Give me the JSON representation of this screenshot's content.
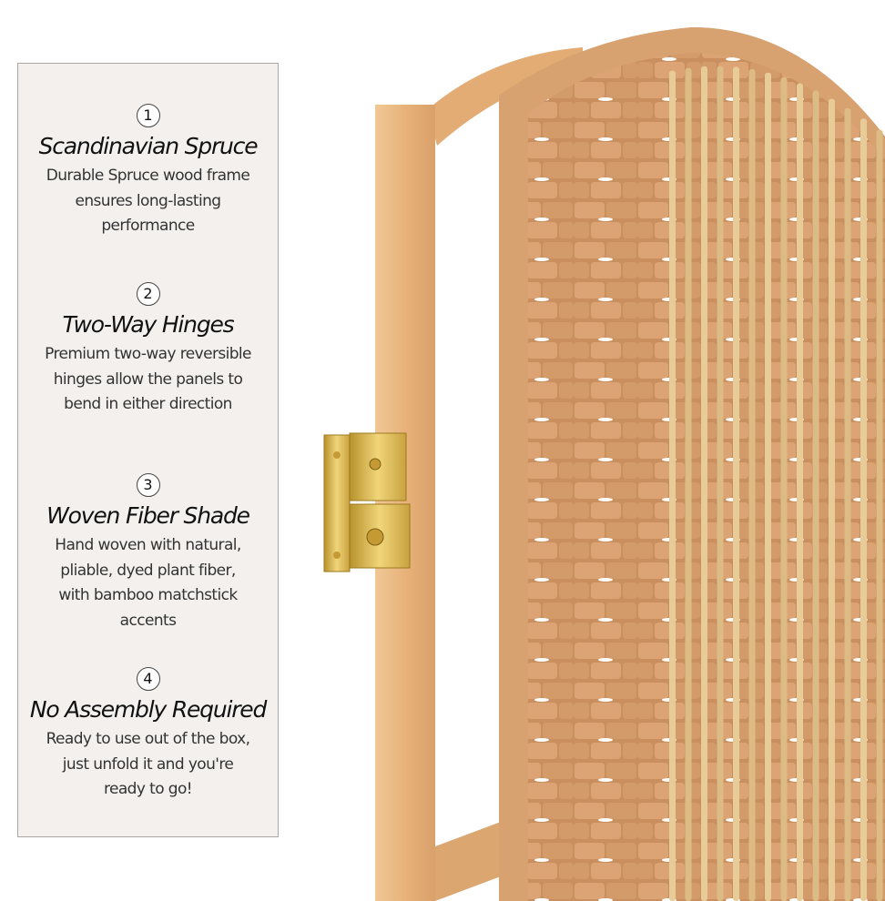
{
  "features": [
    {
      "number": "1",
      "title": "Scandinavian Spruce",
      "lines": [
        "Durable Spruce wood frame",
        "ensures long-lasting",
        "performance"
      ]
    },
    {
      "number": "2",
      "title": "Two-Way Hinges",
      "lines": [
        "Premium two-way reversible",
        "hinges allow the panels to",
        "bend in either direction"
      ]
    },
    {
      "number": "3",
      "title": "Woven Fiber Shade",
      "lines": [
        "Hand woven with natural,",
        "pliable, dyed plant fiber,",
        "with bamboo matchstick",
        "accents"
      ]
    },
    {
      "number": "4",
      "title": "No Assembly Required",
      "lines": [
        "Ready to use out of the box,",
        "just unfold it and you're",
        "ready to go!"
      ]
    }
  ],
  "colors": {
    "panel_bg": "#f3f0ed",
    "wood": "#e6b47e",
    "weave": "#cf9667",
    "bamboo": "#e4c68f",
    "hinge": "#d8b54a"
  }
}
